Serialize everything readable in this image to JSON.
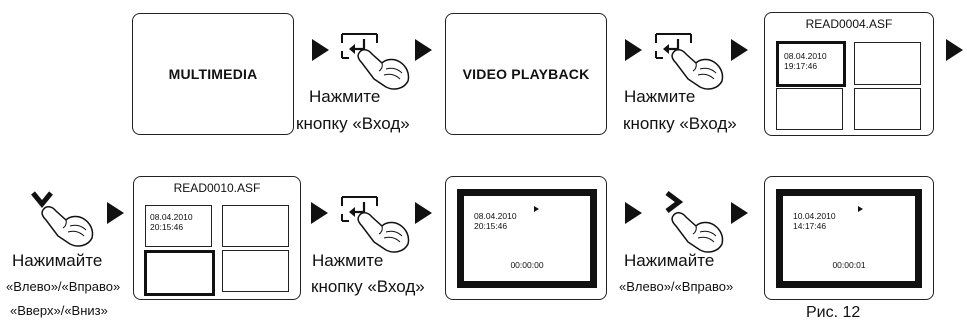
{
  "screens": {
    "multimedia": {
      "title": "MULTIMEDIA"
    },
    "video_playback": {
      "title": "VIDEO PLAYBACK"
    },
    "grid1": {
      "filename": "READ0004.ASF",
      "thumb_text": "08.04.2010\n19:17:46"
    },
    "grid2": {
      "filename": "READ0010.ASF",
      "thumb_text": "08.04.2010\n20:15:46"
    },
    "playback1": {
      "datetime": "08.04.2010\n20:15:46",
      "counter": "00:00:00"
    },
    "playback2": {
      "datetime": "10.04.2010\n14:17:46",
      "counter": "00:00:01"
    }
  },
  "captions": {
    "press": "Нажмите",
    "enter_button": "кнопку «Вход»",
    "press_repeat": "Нажимайте",
    "left_right": "«Влево»/«Вправо»",
    "up_down": "«Вверх»/«Вниз»"
  },
  "figure_label": "Рис. 12",
  "icons": [
    "arrow-right-icon",
    "enter-key-icon",
    "finger-press-icon",
    "down-arrow-icon",
    "right-arrow-icon"
  ]
}
